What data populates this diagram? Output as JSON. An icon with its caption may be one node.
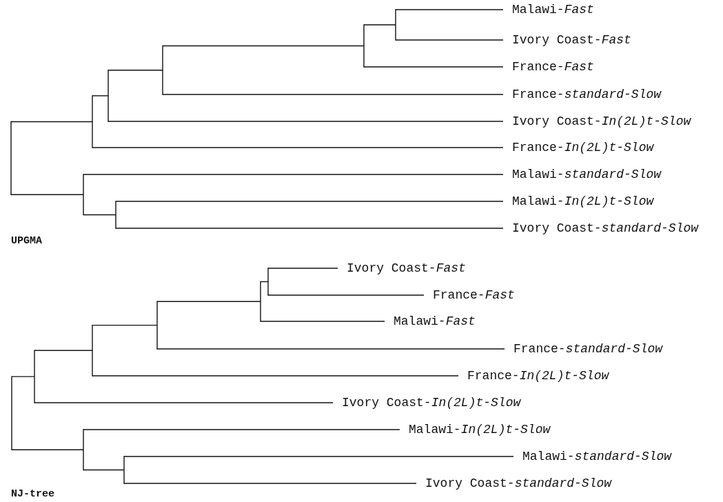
{
  "diagram": {
    "nodes": [
      {
        "text": [],
        "shape": "bar"
      },
      {
        "text": [],
        "shape": "bar"
      },
      {
        "text": [],
        "shape": "bar"
      },
      {
        "text": [],
        "shape": "bar"
      },
      {
        "text": [],
        "shape": "bar"
      },
      {
        "text": [],
        "shape": "bar"
      },
      {
        "text": [
          "Malawi-*Fast*"
        ]
      },
      {
        "text": [
          "Ivory Coast-*Fast*"
        ]
      },
      {
        "text": [
          "France-*Fast*"
        ]
      },
      {
        "text": [
          "France-*standard-Slow*"
        ]
      },
      {
        "text": [
          "Ivory Coast-*In(2L)t-Slow*"
        ]
      },
      {
        "text": [
          "France-*In(2L)t-Slow*"
        ]
      },
      {
        "text": [],
        "shape": "bar"
      },
      {
        "text": [
          "Malawi-*standard-Slow*"
        ]
      },
      {
        "text": [],
        "shape": "bar"
      },
      {
        "text": [
          "Malawi-*In(2L)t-Slow*"
        ]
      },
      {
        "text": [
          "Ivory Coast-*standard-Slow*"
        ]
      },
      {
        "text": [],
        "shape": "bar"
      },
      {
        "text": [],
        "shape": "bar"
      },
      {
        "text": [],
        "shape": "bar"
      },
      {
        "text": [],
        "shape": "bar"
      },
      {
        "text": [],
        "shape": "bar"
      },
      {
        "text": [],
        "shape": "bar"
      },
      {
        "text": [
          "Ivory Coast-*Fast*"
        ]
      },
      {
        "text": [
          "France-*Fast*"
        ]
      },
      {
        "text": [
          "Malawi-*Fast*"
        ]
      },
      {
        "text": [
          "France-*standard-Slow*"
        ]
      },
      {
        "text": [
          "France-*In(2L)t-Slow*"
        ]
      },
      {
        "text": [
          "Ivory Coast-*In(2L)t-Slow*"
        ]
      },
      {
        "text": [],
        "shape": "bar"
      },
      {
        "text": [
          "Malawi-*In(2L)t-Slow*"
        ]
      },
      {
        "text": [],
        "shape": "bar"
      },
      {
        "text": [
          "Malawi-*standard-Slow*"
        ]
      },
      {
        "text": [
          "Ivory Coast-*standard-Slow*"
        ]
      }
    ],
    "edges": [
      {
        "from": 0,
        "to": 1,
        "arrow": "none"
      },
      {
        "from": 1,
        "to": 2,
        "arrow": "none"
      },
      {
        "from": 2,
        "to": 3,
        "arrow": "none"
      },
      {
        "from": 3,
        "to": 4,
        "arrow": "none"
      },
      {
        "from": 4,
        "to": 5,
        "arrow": "none"
      },
      {
        "from": 5,
        "to": 6,
        "arrow": "none"
      },
      {
        "from": 5,
        "to": 7,
        "arrow": "none"
      },
      {
        "from": 4,
        "to": 8,
        "arrow": "none"
      },
      {
        "from": 3,
        "to": 9,
        "arrow": "none"
      },
      {
        "from": 2,
        "to": 10,
        "arrow": "none"
      },
      {
        "from": 1,
        "to": 11,
        "arrow": "none"
      },
      {
        "from": 0,
        "to": 12,
        "arrow": "none"
      },
      {
        "from": 12,
        "to": 13,
        "arrow": "none"
      },
      {
        "from": 12,
        "to": 14,
        "arrow": "none"
      },
      {
        "from": 14,
        "to": 15,
        "arrow": "none"
      },
      {
        "from": 14,
        "to": 16,
        "arrow": "none"
      },
      {
        "from": 17,
        "to": 18,
        "arrow": "none"
      },
      {
        "from": 18,
        "to": 19,
        "arrow": "none"
      },
      {
        "from": 19,
        "to": 20,
        "arrow": "none"
      },
      {
        "from": 20,
        "to": 21,
        "arrow": "none"
      },
      {
        "from": 21,
        "to": 22,
        "arrow": "none"
      },
      {
        "from": 22,
        "to": 23,
        "arrow": "none"
      },
      {
        "from": 22,
        "to": 24,
        "arrow": "none"
      },
      {
        "from": 21,
        "to": 25,
        "arrow": "none"
      },
      {
        "from": 20,
        "to": 26,
        "arrow": "none"
      },
      {
        "from": 19,
        "to": 27,
        "arrow": "none"
      },
      {
        "from": 18,
        "to": 28,
        "arrow": "none"
      },
      {
        "from": 17,
        "to": 29,
        "arrow": "none"
      },
      {
        "from": 29,
        "to": 30,
        "arrow": "none"
      },
      {
        "from": 29,
        "to": 31,
        "arrow": "none"
      },
      {
        "from": 31,
        "to": 32,
        "arrow": "none"
      },
      {
        "from": 31,
        "to": 33,
        "arrow": "none"
      }
    ],
    "labels": [
      "UPGMA",
      "NJ-tree"
    ]
  }
}
